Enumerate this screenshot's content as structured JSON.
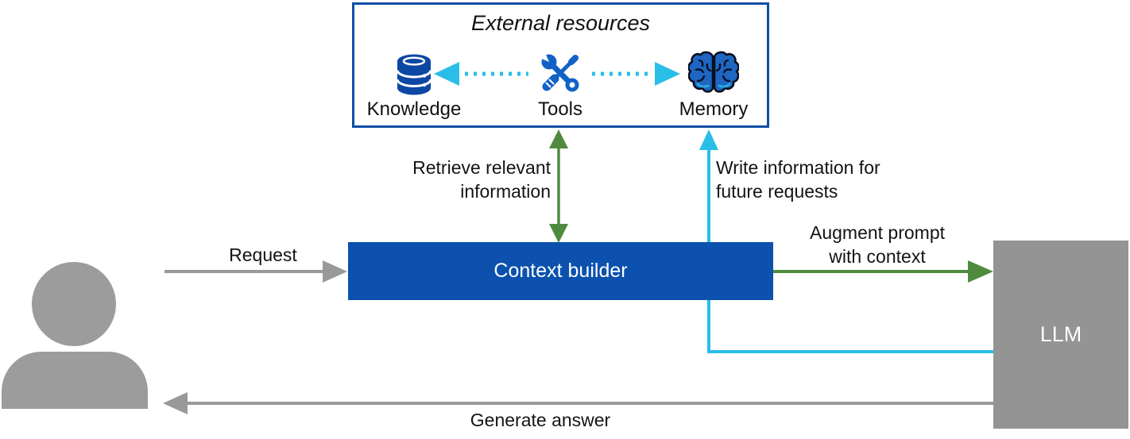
{
  "colors": {
    "primary_blue": "#0B51AD",
    "panel_border_blue": "#0D4FA6",
    "icon_blue": "#0C47A3",
    "tools_blue": "#1261C7",
    "brain_blue": "#1E66C2",
    "green": "#4F8B3F",
    "cyan": "#29BEE8",
    "arrow_gray": "#999999",
    "llm_gray": "#949494",
    "person_gray": "#9C9C9C"
  },
  "external_panel": {
    "title": "External resources",
    "items": [
      {
        "label": "Knowledge",
        "icon": "database-icon"
      },
      {
        "label": "Tools",
        "icon": "tools-icon"
      },
      {
        "label": "Memory",
        "icon": "brain-icon"
      }
    ]
  },
  "nodes": {
    "context_builder": "Context builder",
    "llm": "LLM"
  },
  "edges": {
    "request": "Request",
    "retrieve_line1": "Retrieve relevant",
    "retrieve_line2": "information",
    "write_line1": "Write information for",
    "write_line2": "future requests",
    "augment_line1": "Augment prompt",
    "augment_line2": "with context",
    "generate": "Generate answer"
  }
}
